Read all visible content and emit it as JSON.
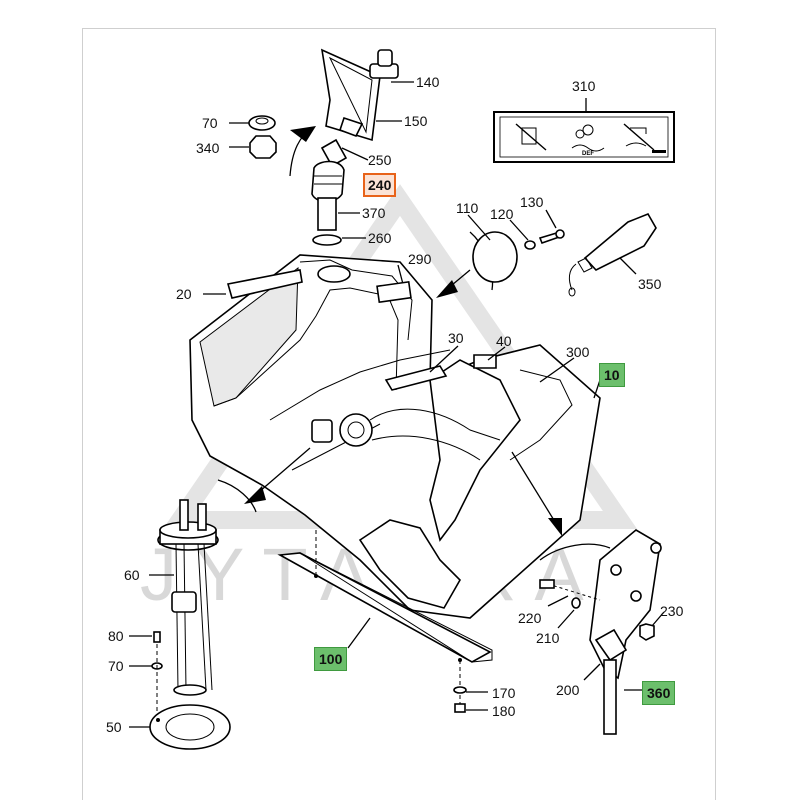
{
  "callouts": [
    {
      "id": "c140",
      "text": "140"
    },
    {
      "id": "c150",
      "text": "150"
    },
    {
      "id": "c70a",
      "text": "70"
    },
    {
      "id": "c340",
      "text": "340"
    },
    {
      "id": "c250",
      "text": "250"
    },
    {
      "id": "c240",
      "text": "240",
      "style": "highlight-orange"
    },
    {
      "id": "c370",
      "text": "370"
    },
    {
      "id": "c260",
      "text": "260"
    },
    {
      "id": "c20",
      "text": "20"
    },
    {
      "id": "c290",
      "text": "290"
    },
    {
      "id": "c310",
      "text": "310"
    },
    {
      "id": "c110",
      "text": "110"
    },
    {
      "id": "c120",
      "text": "120"
    },
    {
      "id": "c130",
      "text": "130"
    },
    {
      "id": "c350",
      "text": "350"
    },
    {
      "id": "c30",
      "text": "30"
    },
    {
      "id": "c40",
      "text": "40"
    },
    {
      "id": "c300",
      "text": "300"
    },
    {
      "id": "c10",
      "text": "10",
      "style": "highlight-green"
    },
    {
      "id": "c60",
      "text": "60"
    },
    {
      "id": "c80",
      "text": "80"
    },
    {
      "id": "c70b",
      "text": "70"
    },
    {
      "id": "c50",
      "text": "50"
    },
    {
      "id": "c100",
      "text": "100",
      "style": "highlight-green"
    },
    {
      "id": "c170",
      "text": "170"
    },
    {
      "id": "c180",
      "text": "180"
    },
    {
      "id": "c220",
      "text": "220"
    },
    {
      "id": "c210",
      "text": "210"
    },
    {
      "id": "c230",
      "text": "230"
    },
    {
      "id": "c200",
      "text": "200"
    },
    {
      "id": "c360",
      "text": "360",
      "style": "highlight-green"
    }
  ],
  "decal_310": {
    "small_text": "DEF"
  },
  "watermark": {
    "text": "JYTAGRA"
  },
  "colors": {
    "highlight_orange": "#e8631a",
    "highlight_orange_fill": "#fbe3d6",
    "highlight_green_fill": "#6cbf6c",
    "highlight_green_border": "#3f9a3f"
  }
}
